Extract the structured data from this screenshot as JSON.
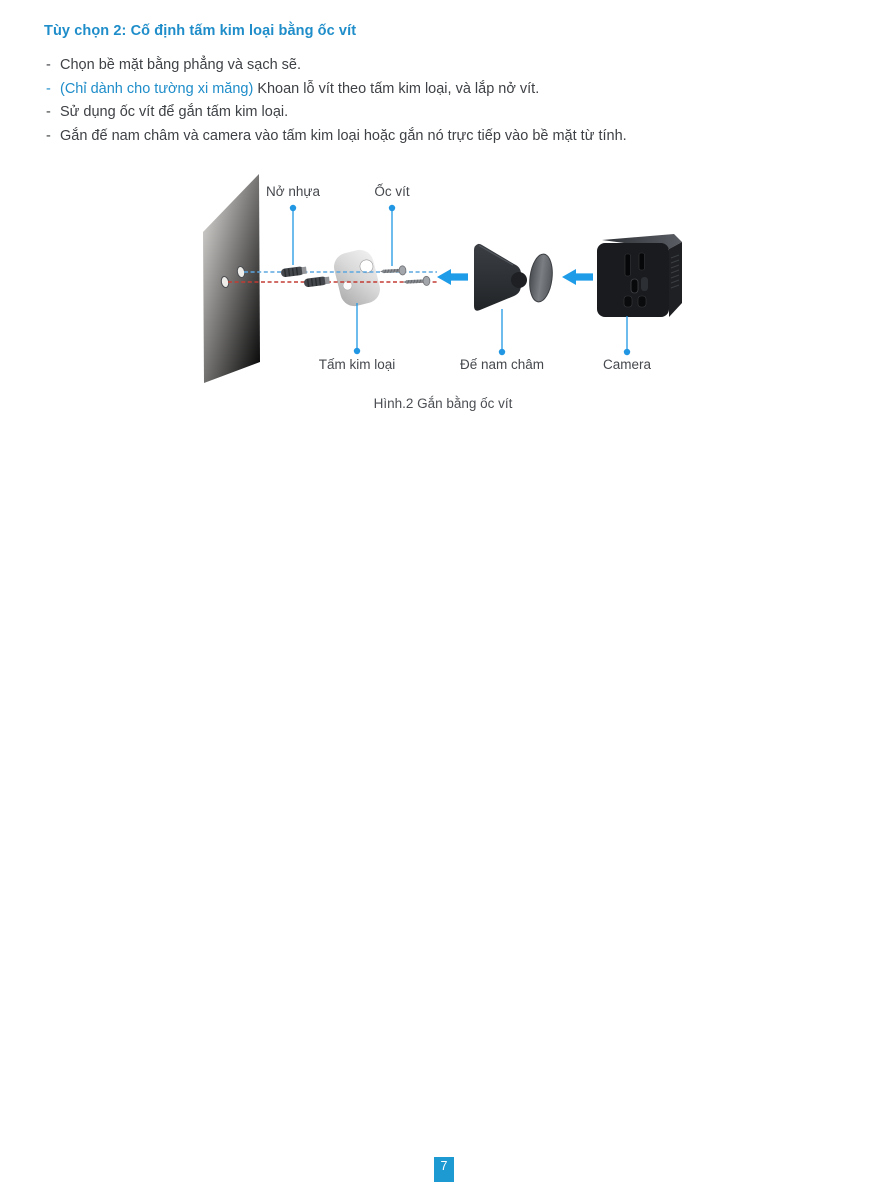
{
  "document": {
    "title": "Tùy chọn 2: Cố định tấm kim loại bằng ốc vít",
    "bullets": [
      {
        "dash": "-",
        "text": "Chọn bề mặt bằng phẳng và sạch sẽ."
      },
      {
        "dash": "-",
        "highlight": "(Chỉ dành cho tường xi măng)",
        "text": "Khoan lỗ vít theo tấm kim loại, và lắp nở vít."
      },
      {
        "dash": "-",
        "text": "Sử dụng ốc vít để gắn tấm kim loại."
      },
      {
        "dash": "-",
        "text": "Gắn đế nam châm và camera vào tấm kim loại hoặc gắn nó trực tiếp vào bề mặt từ tính."
      }
    ]
  },
  "figure": {
    "labels": {
      "anchor": "Nở nhựa",
      "screw": "Ốc vít",
      "plate": "Tấm kim loại",
      "base": "Đế nam châm",
      "camera": "Camera"
    },
    "caption": "Hình.2 Gắn bằng ốc vít"
  },
  "footer": {
    "page_number": "7"
  },
  "colors": {
    "accent_blue": "#1e8dc9",
    "callout_blue": "#2196e3",
    "arrow_blue": "#1f9ce8",
    "dashed_line_blue": "#5aa7e0",
    "dashed_line_red": "#c23b33",
    "body_text": "#3e4145",
    "footer_badge_bg": "#1d9ad2"
  }
}
